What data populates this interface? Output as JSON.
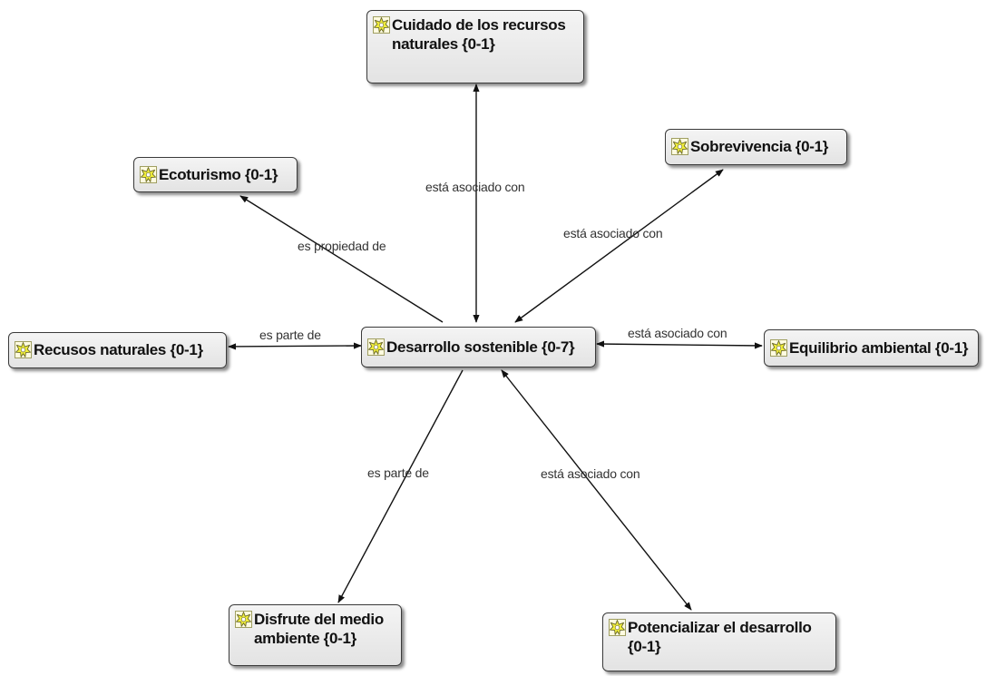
{
  "nodes": {
    "center": "Desarrollo sostenible {0-7}",
    "cuidado": "Cuidado de los recursos\nnaturales {0-1}",
    "ecoturismo": "Ecoturismo {0-1}",
    "sobrevivencia": "Sobrevivencia {0-1}",
    "recursos": "Recusos naturales {0-1}",
    "equilibrio": "Equilibrio ambiental {0-1}",
    "disfrute": "Disfrute del medio\nambiente {0-1}",
    "potencializar": "Potencializar el desarrollo\n{0-1}"
  },
  "relations": {
    "cuidado": "está asociado con",
    "ecoturismo": "es propiedad de",
    "sobrevivencia": "está asociado con",
    "recursos": "es parte de",
    "equilibrio": "está asociado con",
    "disfrute": "es parte de",
    "potencializar": "está asociado con"
  },
  "icon": "code-node-icon",
  "colors": {
    "node_fill": "#e8e8e8",
    "node_border": "#3a3a3a",
    "icon_fill": "#f2ef3a",
    "line": "#111111"
  }
}
